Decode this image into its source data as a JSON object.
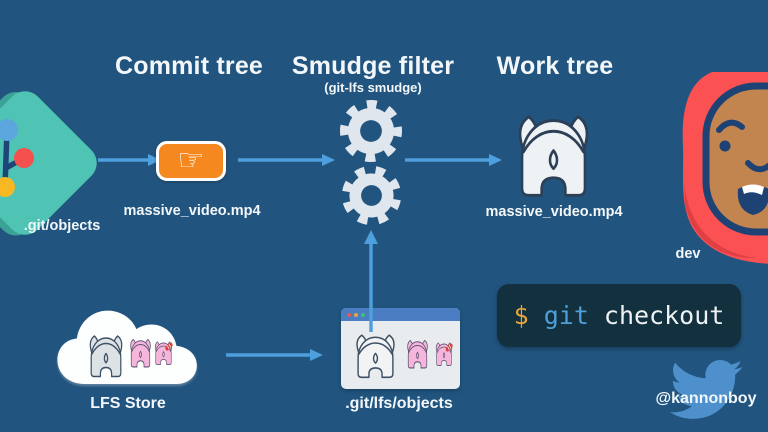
{
  "background_color": "#21557f",
  "arrow_color": "#4da0dd",
  "headings": {
    "commit_tree": "Commit tree",
    "smudge_filter": "Smudge filter",
    "smudge_filter_sub": "(git-lfs smudge)",
    "work_tree": "Work tree"
  },
  "labels": {
    "git_objects": ".git/objects",
    "massive_video_commit": "massive_video.mp4",
    "massive_video_work": "massive_video.mp4",
    "lfs_store": "LFS Store",
    "git_lfs_objects": ".git/lfs/objects",
    "dev": "dev",
    "twitter_handle": "@kannonboy"
  },
  "terminal": {
    "prompt": "$",
    "command": "git",
    "argument": "checkout",
    "background": "#12303d",
    "prompt_color": "#e9a43c",
    "command_color": "#4f9fd8",
    "argument_color": "#eef2f4"
  },
  "icons": {
    "pointer_glyph": "☞",
    "git_branch": "git-branch-icon",
    "gear": "gear-icon",
    "elephant": "large-file-icon",
    "cloud": "cloud-icon",
    "browser_window": "browser-window-icon",
    "developer_avatar": "developer-avatar",
    "twitter_bird": "twitter-bird-icon"
  },
  "palette": {
    "diamond_teal": "#4fc4b4",
    "diamond_teal_shadow": "#3ba395",
    "pointer_orange": "#f5891f",
    "gear_gray": "#dfe6ee",
    "elephant_white": "#eff2f4",
    "elephant_pink": "#f6b5da",
    "hood_red": "#fb5153",
    "face_tan": "#c2854f",
    "twitter_blue": "#4e90cb"
  }
}
